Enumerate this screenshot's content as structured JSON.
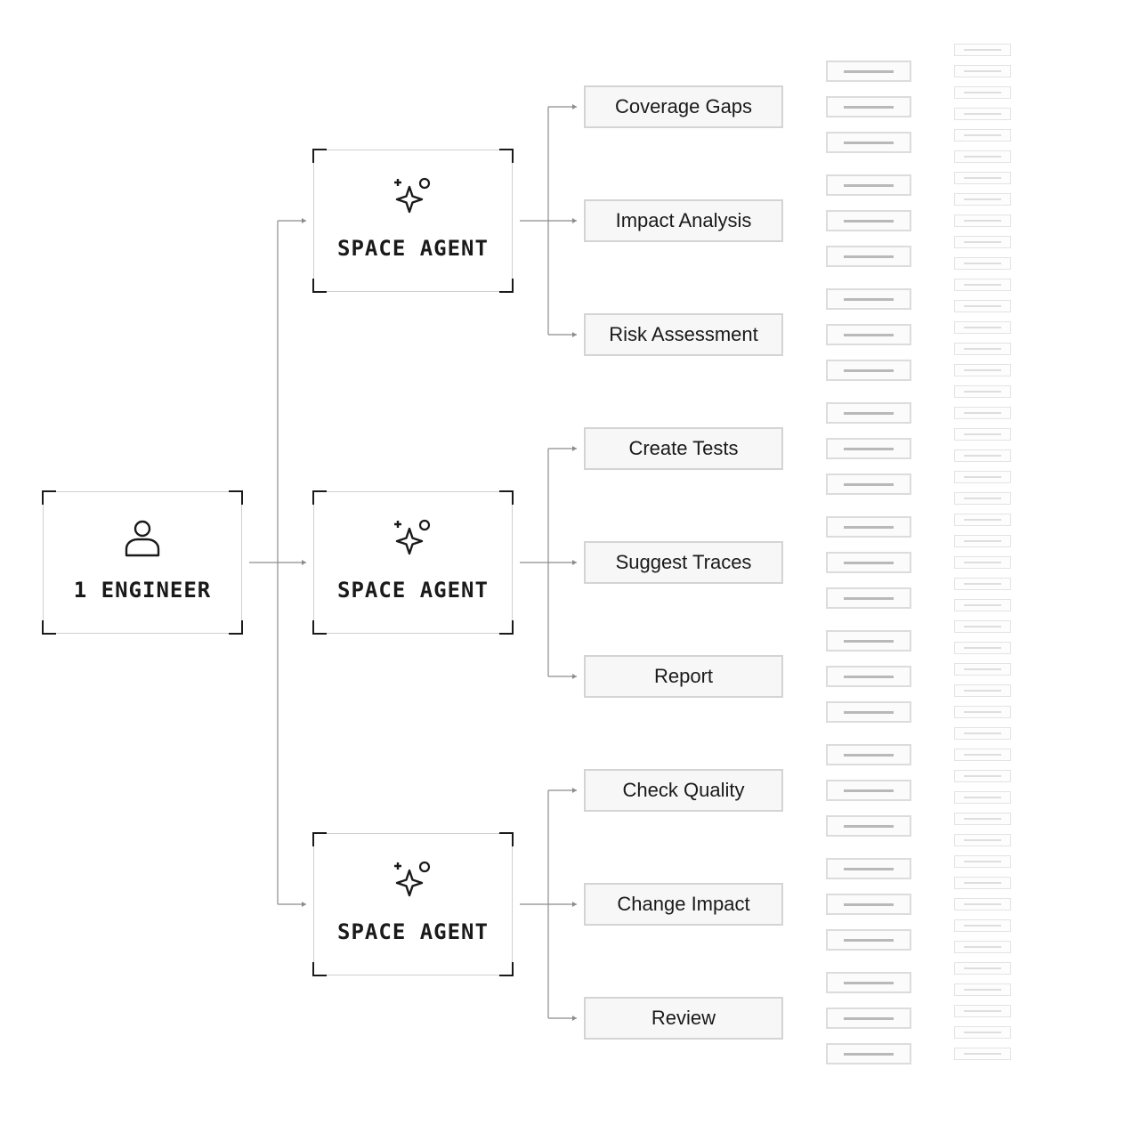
{
  "engineer": {
    "label": "1 ENGINEER",
    "icon": "person-icon"
  },
  "agents": [
    {
      "label": "SPACE AGENT",
      "icon": "sparkle-icon",
      "tasks": [
        "Coverage Gaps",
        "Impact Analysis",
        "Risk Assessment"
      ]
    },
    {
      "label": "SPACE AGENT",
      "icon": "sparkle-icon",
      "tasks": [
        "Create Tests",
        "Suggest Traces",
        "Report"
      ]
    },
    {
      "label": "SPACE AGENT",
      "icon": "sparkle-icon",
      "tasks": [
        "Check Quality",
        "Change Impact",
        "Review"
      ]
    }
  ],
  "colors": {
    "line": "#8c8c8c",
    "corner": "#1a1a1a",
    "task_fill": "#f7f7f7",
    "task_border": "#d4d4d4"
  }
}
